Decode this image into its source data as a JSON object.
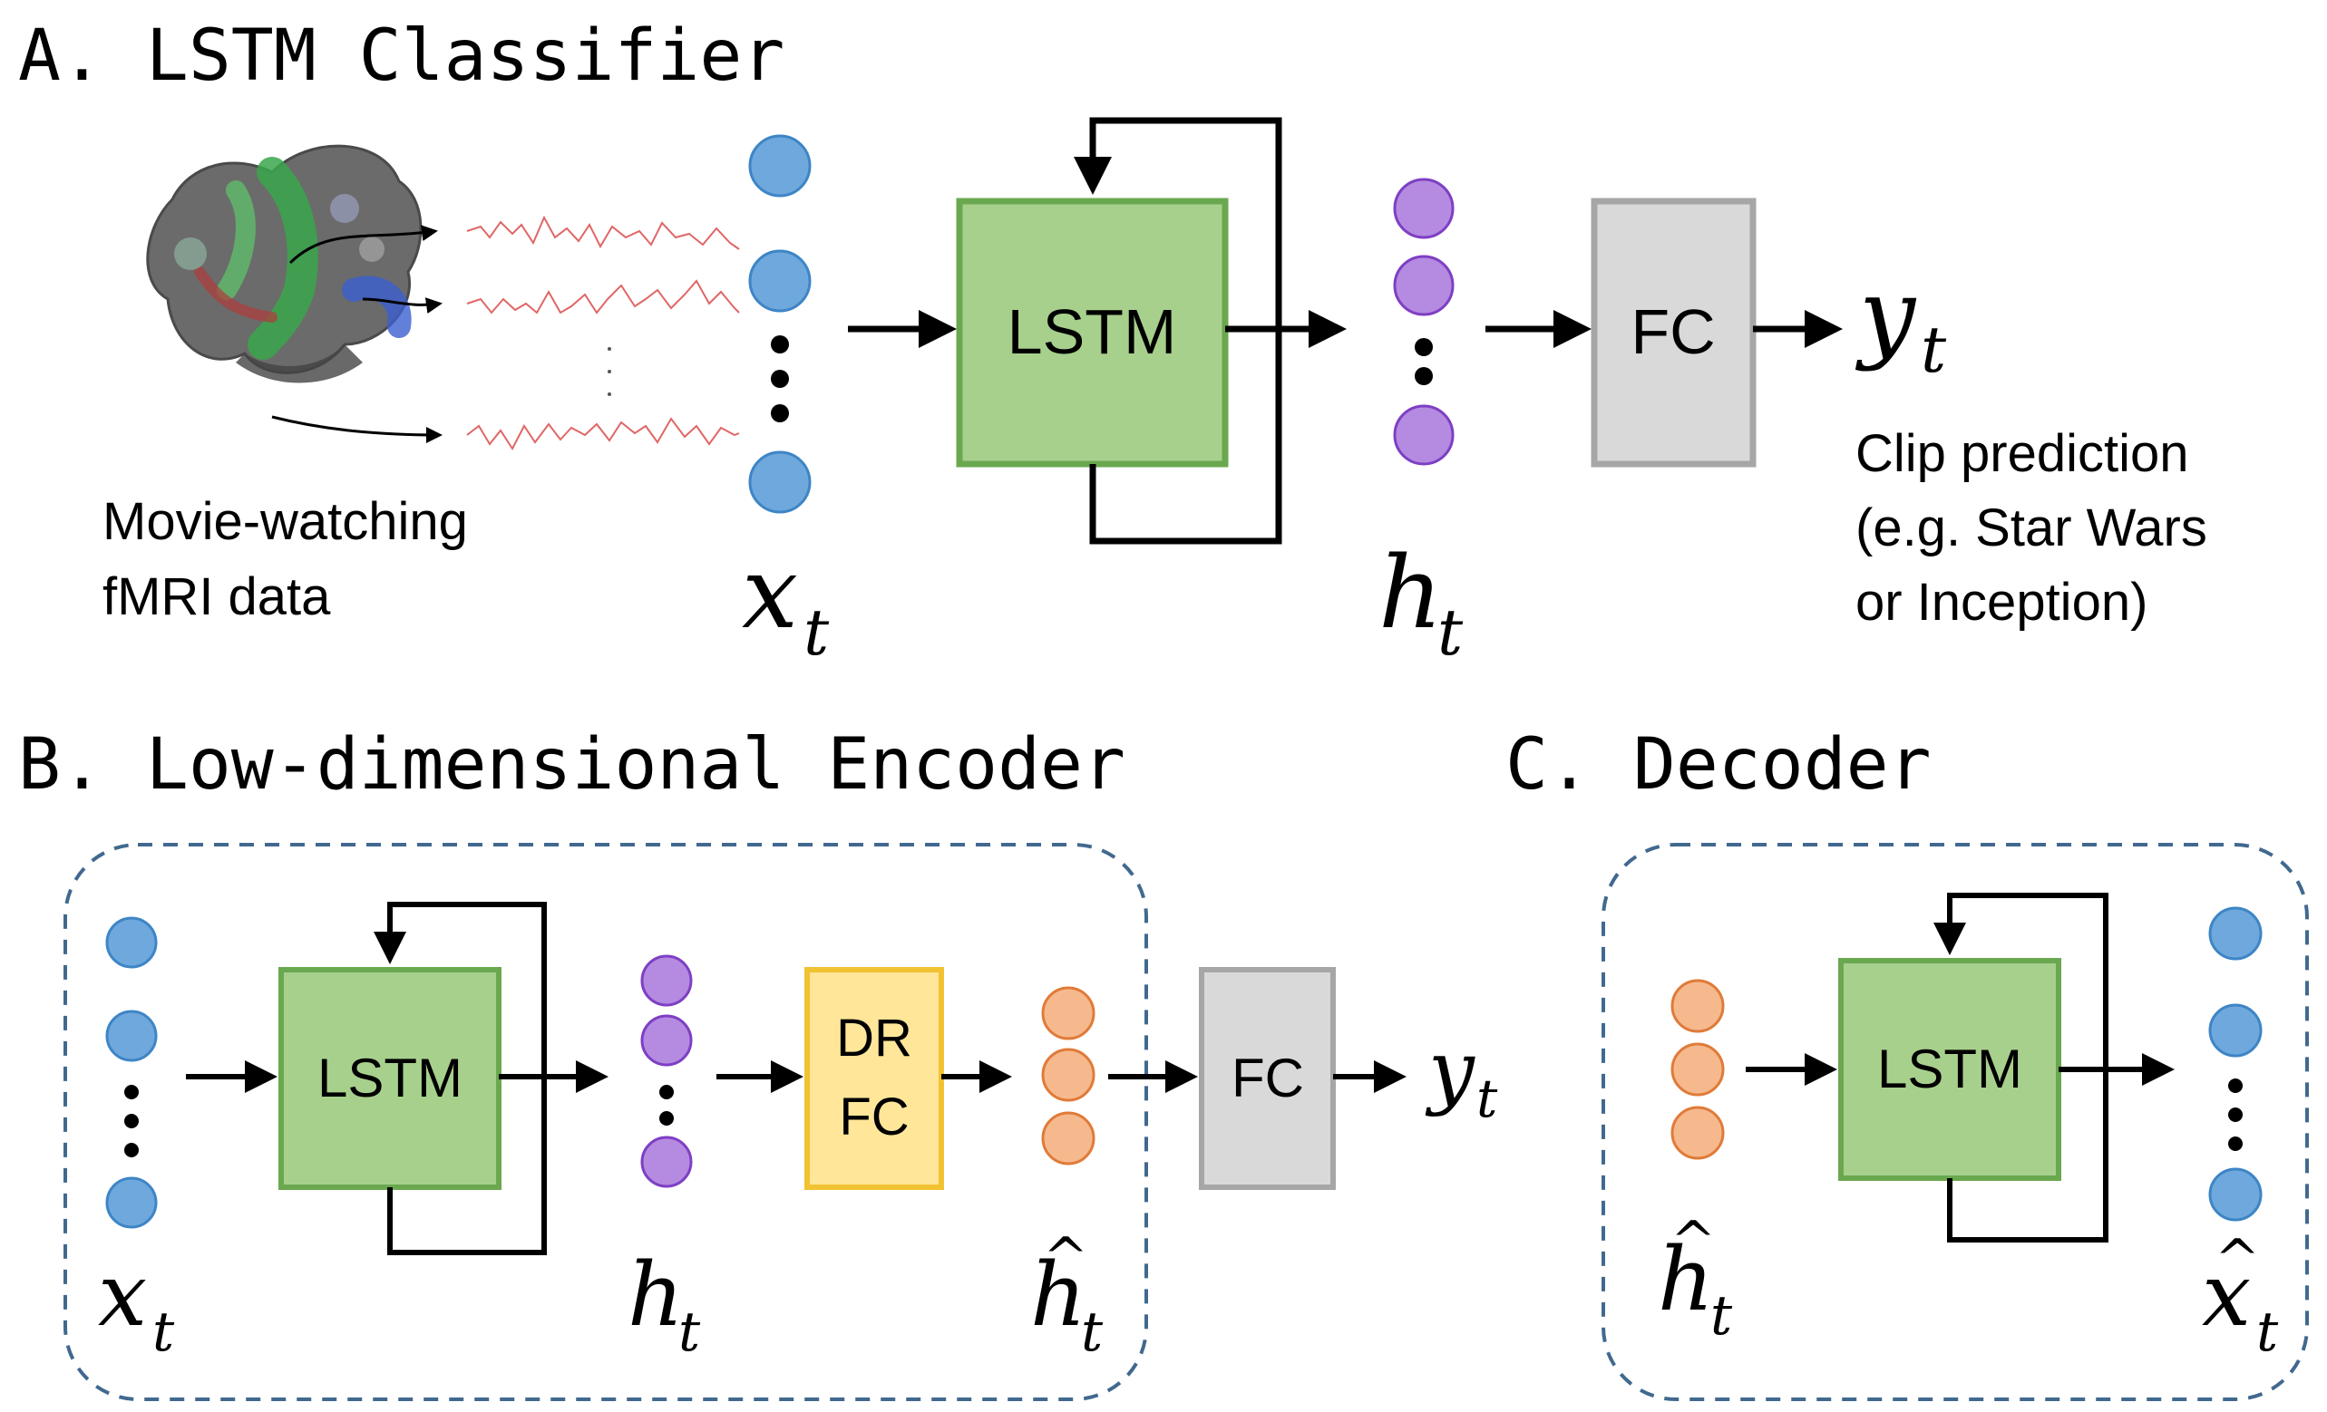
{
  "panels": {
    "a": {
      "title": "A. LSTM Classifier",
      "input_caption": [
        "Movie-watching",
        "fMRI data"
      ],
      "output_caption": [
        "Clip prediction",
        "(e.g. Star Wars",
        "or Inception)"
      ]
    },
    "b": {
      "title": "B. Low-dimensional Encoder"
    },
    "c": {
      "title": "C. Decoder"
    }
  },
  "blocks": {
    "lstm": "LSTM",
    "fc": "FC",
    "dr_fc": [
      "DR",
      "FC"
    ]
  },
  "symbols": {
    "x": "x",
    "h": "h",
    "y": "y",
    "sub": "t",
    "hat": "^"
  },
  "colors": {
    "input_node": "#6fa8dc",
    "input_node_stroke": "#3d85c6",
    "hidden_node": "#b48be0",
    "hidden_node_stroke": "#7e3fc4",
    "latent_node": "#f6b98e",
    "latent_node_stroke": "#e07b39",
    "lstm_fill": "#a8d08d",
    "lstm_stroke": "#6aa84f",
    "fc_fill": "#d9d9d9",
    "fc_stroke": "#a6a6a6",
    "dr_fill": "#ffe699",
    "dr_stroke": "#f1c232",
    "dashed_frame": "#41698f",
    "brain_signal": "#e06666"
  },
  "icons": {
    "brain": "brain-surface-icon"
  }
}
